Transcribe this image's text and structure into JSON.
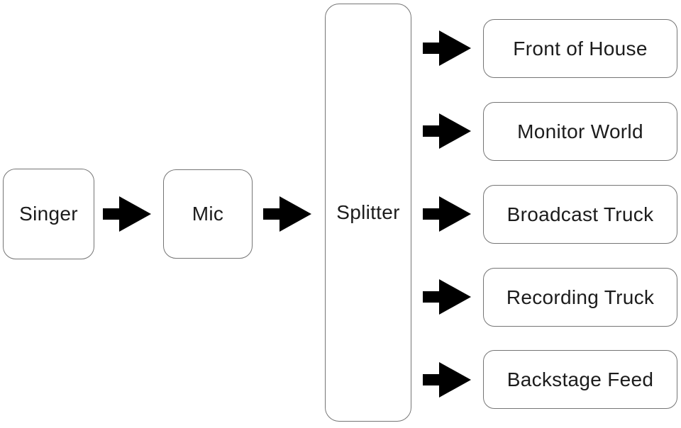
{
  "diagram": {
    "nodes": {
      "singer": "Singer",
      "mic": "Mic",
      "splitter": "Splitter",
      "outputs": [
        {
          "label": "Front of House"
        },
        {
          "label": "Monitor World"
        },
        {
          "label": "Broadcast Truck"
        },
        {
          "label": "Recording Truck"
        },
        {
          "label": "Backstage Feed"
        }
      ]
    },
    "edges": [
      {
        "from": "Singer",
        "to": "Mic"
      },
      {
        "from": "Mic",
        "to": "Splitter"
      },
      {
        "from": "Splitter",
        "to": "Front of House"
      },
      {
        "from": "Splitter",
        "to": "Monitor World"
      },
      {
        "from": "Splitter",
        "to": "Broadcast Truck"
      },
      {
        "from": "Splitter",
        "to": "Recording Truck"
      },
      {
        "from": "Splitter",
        "to": "Backstage Feed"
      }
    ],
    "colors": {
      "background": "#ffffff",
      "box_border": "#757575",
      "text": "#1c1c1c",
      "arrow": "#000000"
    }
  }
}
